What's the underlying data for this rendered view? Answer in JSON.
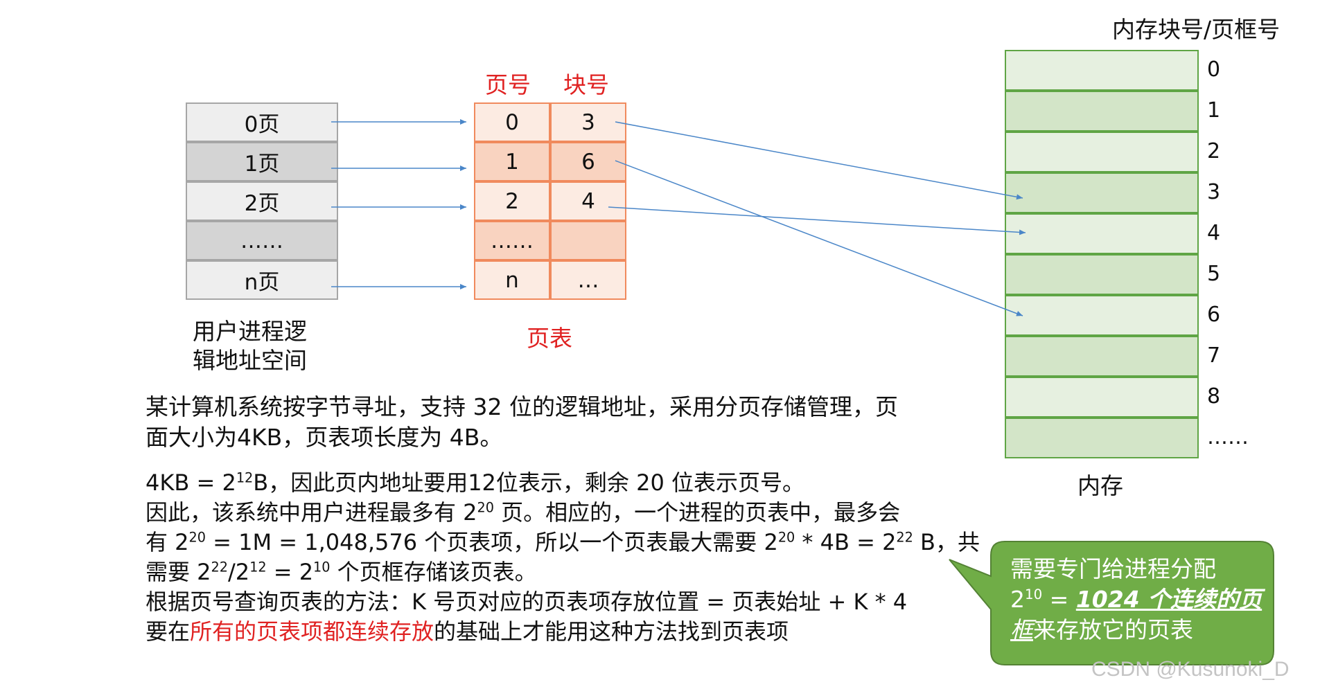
{
  "logical_space": {
    "cells": [
      "0页",
      "1页",
      "2页",
      "……",
      "n页"
    ],
    "caption_line1": "用户进程逻",
    "caption_line2": "辑地址空间"
  },
  "page_table": {
    "header_page": "页号",
    "header_block": "块号",
    "rows": [
      {
        "page": "0",
        "block": "3"
      },
      {
        "page": "1",
        "block": "6"
      },
      {
        "page": "2",
        "block": "4"
      },
      {
        "page": "……",
        "block": ""
      },
      {
        "page": "n",
        "block": "…"
      }
    ],
    "caption": "页表"
  },
  "memory": {
    "header": "内存块号/页框号",
    "numbers": [
      "0",
      "1",
      "2",
      "3",
      "4",
      "5",
      "6",
      "7",
      "8",
      "……"
    ],
    "caption": "内存"
  },
  "text": {
    "p1_line1": "某计算机系统按字节寻址，支持 32 位的逻辑地址，采用分页存储管理，页",
    "p1_line2": "面大小为4KB，页表项长度为 4B。",
    "l1_a": "4KB = 2",
    "l1_sup": "12",
    "l1_b": "B，因此页内地址要用12位表示，剩余 20 位表示页号。",
    "l2_a": "因此，该系统中用户进程最多有 2",
    "l2_sup": "20",
    "l2_b": " 页。相应的，一个进程的页表中，最多会",
    "l3_a": "有 2",
    "l3_sup1": "20",
    "l3_b": " = 1M = 1,048,576 个页表项，所以一个页表最大需要  2",
    "l3_sup2": "20",
    "l3_c": " * 4B = 2",
    "l3_sup3": "22",
    "l3_d": " B，共",
    "l4_a": "需要 2",
    "l4_sup1": "22",
    "l4_b": "/2",
    "l4_sup2": "12",
    "l4_c": " = 2",
    "l4_sup3": "10",
    "l4_d": " 个页框存储该页表。",
    "l5": "根据页号查询页表的方法：K 号页对应的页表项存放位置 = 页表始址 + K * 4",
    "l6_a": "要在",
    "l6_red": "所有的页表项都连续存放",
    "l6_b": "的基础上才能用这种方法找到页表项"
  },
  "callout": {
    "line1": "需要专门给进程分配",
    "line2_a": "2",
    "line2_sup": "10",
    "line2_b": " = ",
    "line2_em": "1024 个连续的页",
    "line3_em": "框",
    "line3_b": "来存放它的页表",
    "fill": "#70ad47",
    "stroke": "#548235"
  },
  "watermark": "CSDN @Kusunoki_D"
}
